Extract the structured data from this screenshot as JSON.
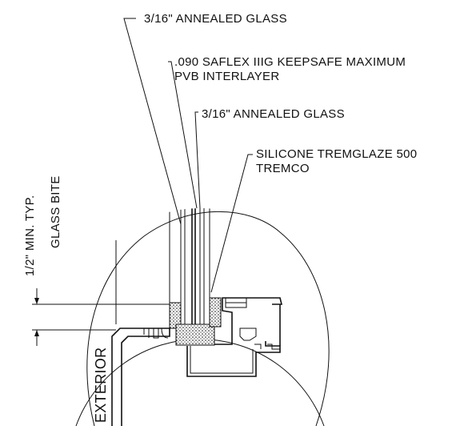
{
  "callouts": {
    "outer_glass": "3/16\" ANNEALED GLASS",
    "interlayer_line1": ".090 SAFLEX IIIG KEEPSAFE MAXIMUM",
    "interlayer_line2": "PVB INTERLAYER",
    "inner_glass": "3/16\" ANNEALED GLASS",
    "sealant_line1": "SILICONE TREMGLAZE 500",
    "sealant_line2": "TREMCO"
  },
  "dimension": {
    "line1": "1/2\" MIN. TYP.",
    "line2": "GLASS BITE"
  },
  "side_label": "EXTERIOR",
  "colors": {
    "ink": "#111111",
    "background": "#ffffff"
  }
}
